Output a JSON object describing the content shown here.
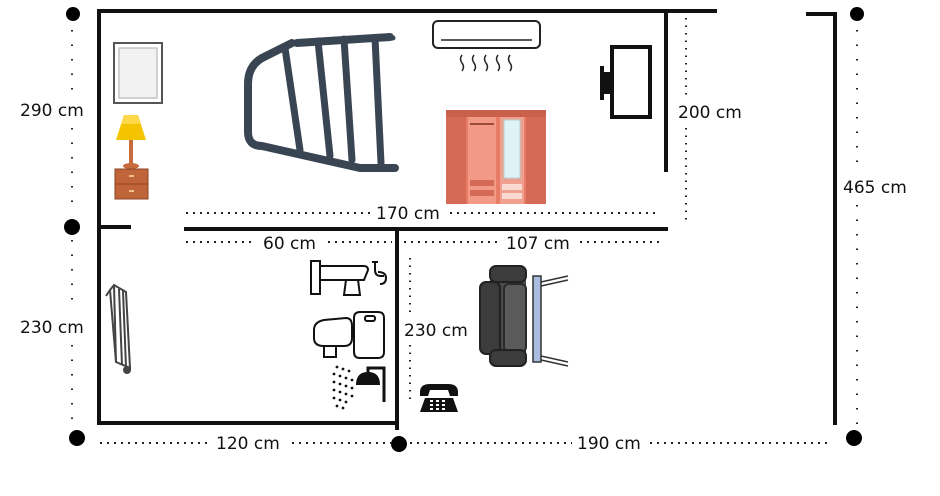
{
  "dimensions": {
    "left_upper": "290 cm",
    "left_lower": "230 cm",
    "upper_room_width": "170 cm",
    "bath_width": "60 cm",
    "living_width": "107 cm",
    "bedroom_wall": "200 cm",
    "total_height": "465 cm",
    "bath_height": "230 cm",
    "bottom_left": "120 cm",
    "bottom_right": "190 cm"
  },
  "icons": [
    "picture-frame-icon",
    "table-lamp-icon",
    "bed-icon",
    "air-conditioner-icon",
    "wardrobe-icon",
    "tv-icon",
    "towel-rack-icon",
    "washbasin-icon",
    "toilet-icon",
    "shower-icon",
    "sofa-icon",
    "telephone-icon"
  ],
  "colors": {
    "wall": "#111111",
    "bed": "#3a4553",
    "wardrobe": "#e87d67",
    "lamp_shade": "#f5c400",
    "lamp_base": "#c76a3c",
    "sofa": "#4b4b4b",
    "tv_panel": "#a9bedf"
  }
}
